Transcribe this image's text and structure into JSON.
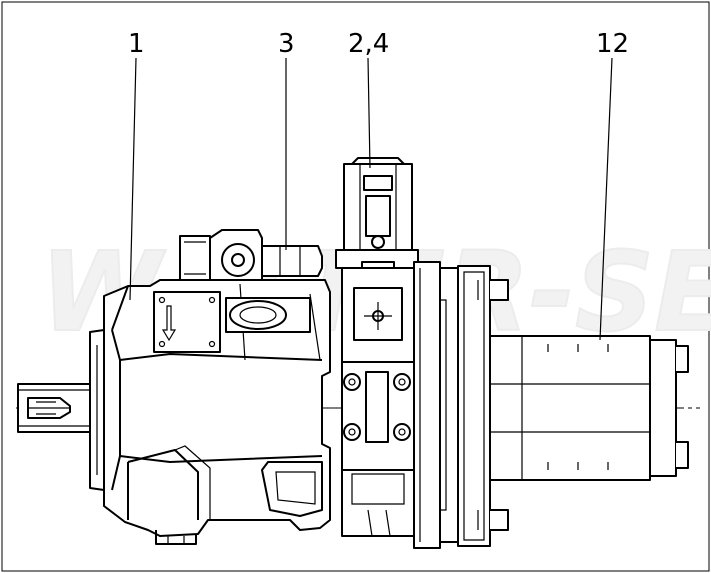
{
  "callouts": [
    {
      "id": "c1",
      "label": "1"
    },
    {
      "id": "c3",
      "label": "3"
    },
    {
      "id": "c24",
      "label": "2,4"
    },
    {
      "id": "c12",
      "label": "12"
    }
  ],
  "watermark": {
    "text": "WALTER-SERVICES"
  }
}
